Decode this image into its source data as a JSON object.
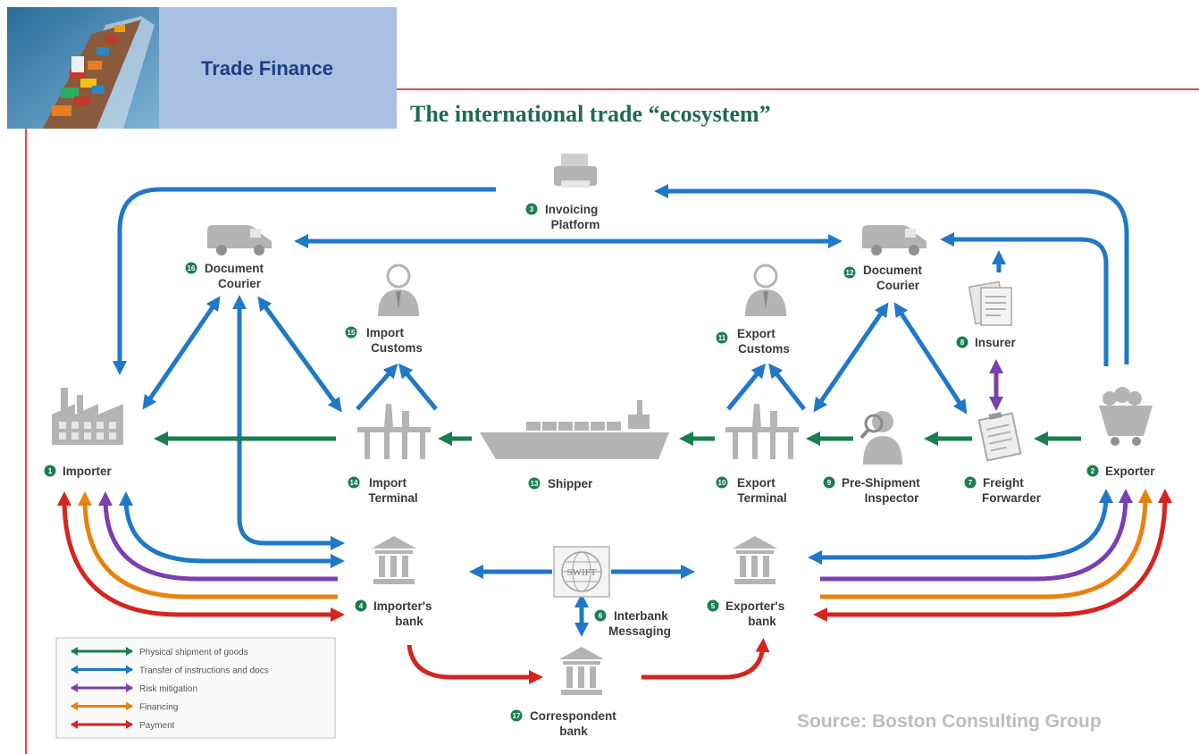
{
  "header": {
    "title": "Trade Finance"
  },
  "diagram_title": "The international trade “ecosystem”",
  "colors": {
    "shipment": "#1a7f4f",
    "instructions": "#1f78c8",
    "risk": "#7b3fb0",
    "financing": "#e8820c",
    "payment": "#d4251e",
    "node_icon": "#b0b0b0",
    "badge": "#1a7f4f"
  },
  "nodes": [
    {
      "id": "importer",
      "num": "1",
      "lines": [
        "Importer"
      ],
      "icon": "factory-icon"
    },
    {
      "id": "exporter",
      "num": "2",
      "lines": [
        "Exporter"
      ],
      "icon": "mine-cart-icon"
    },
    {
      "id": "invoicing",
      "num": "3",
      "lines": [
        "Invoicing",
        "Platform"
      ],
      "icon": "printer-icon"
    },
    {
      "id": "importers-bank",
      "num": "4",
      "lines": [
        "Importer's",
        "bank"
      ],
      "icon": "bank-icon"
    },
    {
      "id": "exporters-bank",
      "num": "5",
      "lines": [
        "Exporter's",
        "bank"
      ],
      "icon": "bank-icon"
    },
    {
      "id": "interbank",
      "num": "6",
      "lines": [
        "Interbank",
        "Messaging"
      ],
      "icon": "swift-globe-icon"
    },
    {
      "id": "freight",
      "num": "7",
      "lines": [
        "Freight",
        "Forwarder"
      ],
      "icon": "clipboard-icon"
    },
    {
      "id": "insurer",
      "num": "8",
      "lines": [
        "Insurer"
      ],
      "icon": "documents-icon"
    },
    {
      "id": "inspector",
      "num": "9",
      "lines": [
        "Pre-Shipment",
        "Inspector"
      ],
      "icon": "inspector-icon"
    },
    {
      "id": "export-terminal",
      "num": "10",
      "lines": [
        "Export",
        "Terminal"
      ],
      "icon": "terminal-icon"
    },
    {
      "id": "export-customs",
      "num": "11",
      "lines": [
        "Export",
        "Customs"
      ],
      "icon": "officer-icon"
    },
    {
      "id": "doc-courier-exp",
      "num": "12",
      "lines": [
        "Document",
        "Courier"
      ],
      "icon": "van-icon"
    },
    {
      "id": "shipper",
      "num": "13",
      "lines": [
        "Shipper"
      ],
      "icon": "ship-icon"
    },
    {
      "id": "import-terminal",
      "num": "14",
      "lines": [
        "Import",
        "Terminal"
      ],
      "icon": "terminal-icon"
    },
    {
      "id": "import-customs",
      "num": "15",
      "lines": [
        "Import",
        "Customs"
      ],
      "icon": "officer-icon"
    },
    {
      "id": "doc-courier-imp",
      "num": "16",
      "lines": [
        "Document",
        "Courier"
      ],
      "icon": "van-icon"
    },
    {
      "id": "correspondent",
      "num": "17",
      "lines": [
        "Correspondent",
        "bank"
      ],
      "icon": "bank-icon"
    }
  ],
  "swift_text": "SWIFT",
  "legend": [
    {
      "label": "Physical shipment of goods",
      "color": "#1a7f4f"
    },
    {
      "label": "Transfer of instructions and docs",
      "color": "#1f78c8"
    },
    {
      "label": "Risk mitigation",
      "color": "#7b3fb0"
    },
    {
      "label": "Financing",
      "color": "#e8820c"
    },
    {
      "label": "Payment",
      "color": "#d4251e"
    }
  ],
  "source": "Source: Boston Consulting Group"
}
